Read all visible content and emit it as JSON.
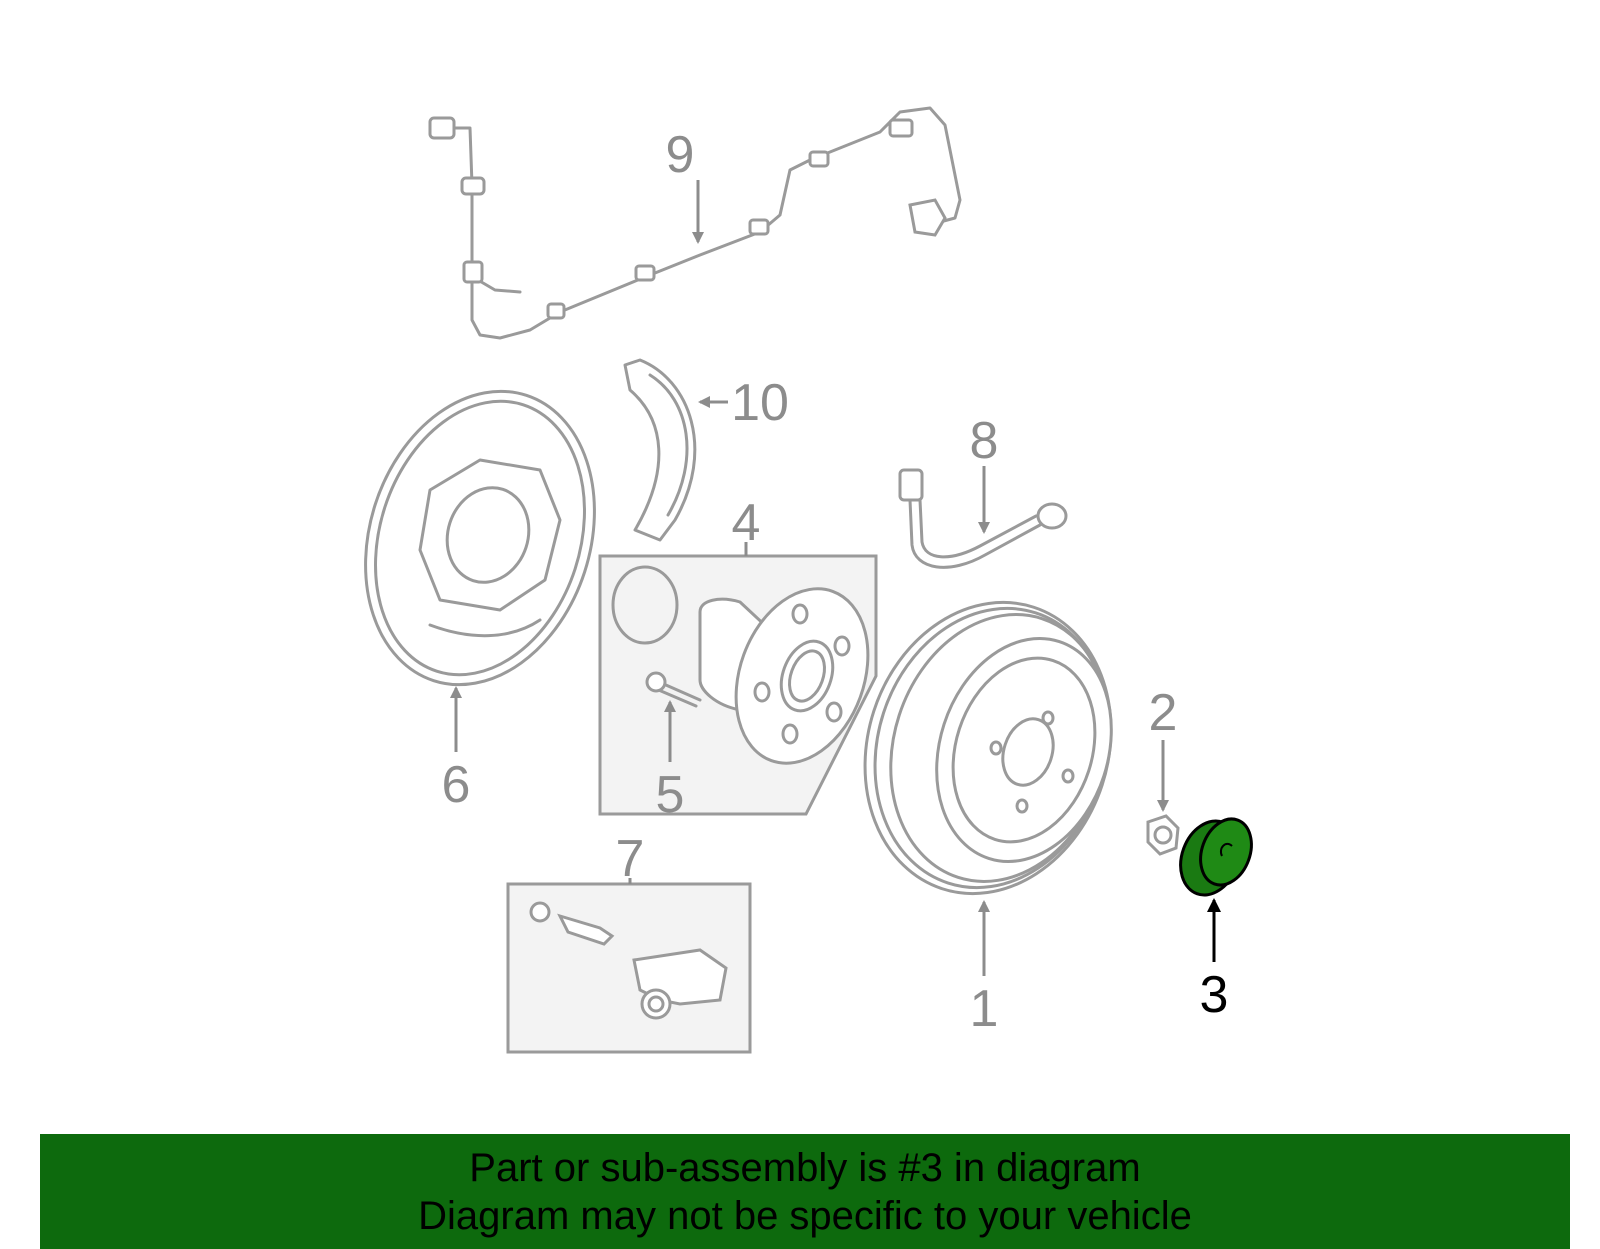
{
  "callouts": {
    "c1": "1",
    "c2": "2",
    "c3": "3",
    "c4": "4",
    "c5": "5",
    "c6": "6",
    "c7": "7",
    "c8": "8",
    "c9": "9",
    "c10": "10"
  },
  "highlight_part": "3",
  "colors": {
    "banner": "#0d6a0d",
    "highlight": "#1a7a12",
    "line_art": "#9a9a9a",
    "label": "#8c8c8c"
  },
  "banner": {
    "line1": "Part or sub-assembly is #3 in diagram",
    "line2": "Diagram may not be specific to your vehicle"
  }
}
